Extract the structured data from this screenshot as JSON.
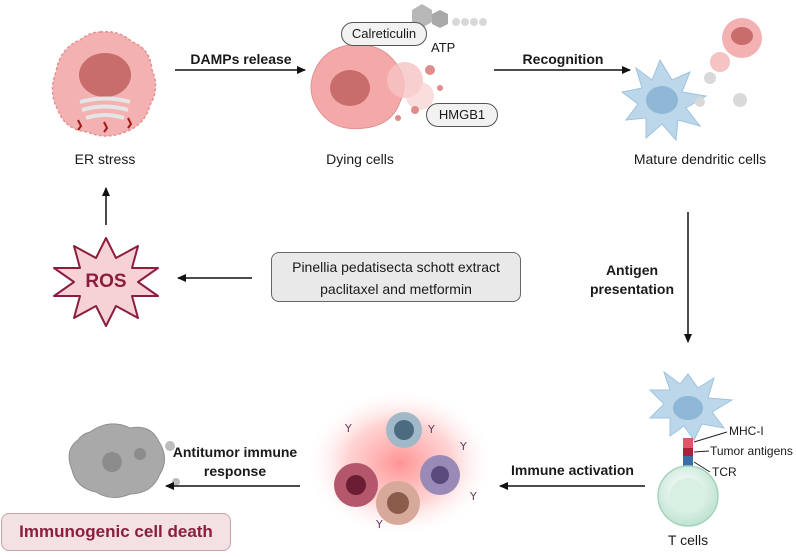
{
  "stages": {
    "er_stress": "ER stress",
    "dying_cells": "Dying cells",
    "mature_dc": "Mature dendritic cells",
    "t_cells": "T cells"
  },
  "arrows": {
    "damps_release": "DAMPs release",
    "recognition": "Recognition",
    "antigen_presentation_line1": "Antigen",
    "antigen_presentation_line2": "presentation",
    "immune_activation": "Immune activation",
    "antitumor_line1": "Antitumor immune",
    "antitumor_line2": "response"
  },
  "damps": {
    "calreticulin": "Calreticulin",
    "atp": "ATP",
    "hmgb1": "HMGB1"
  },
  "ros": "ROS",
  "treatment": {
    "line1": "Pinellia pedatisecta schott extract",
    "line2": "paclitaxel and metformin"
  },
  "synapse_labels": {
    "mhc": "MHC-I",
    "tumor_antigens": "Tumor antigens",
    "tcr": "TCR"
  },
  "outcome": "Immunogenic cell death",
  "colors": {
    "tumor_cell": "#f2a7a7",
    "tumor_nucleus": "#c96c6c",
    "dendritic_cell": "#bcd7ea",
    "t_cell": "#cfe9dc",
    "ros_fill": "#f6d2d6",
    "ros_text": "#8b1e3f",
    "icd_text": "#8b1e3f",
    "inflammation_glow": "#ff3b3b",
    "mhc": "#e0566b",
    "tcr": "#3a6ea5"
  }
}
